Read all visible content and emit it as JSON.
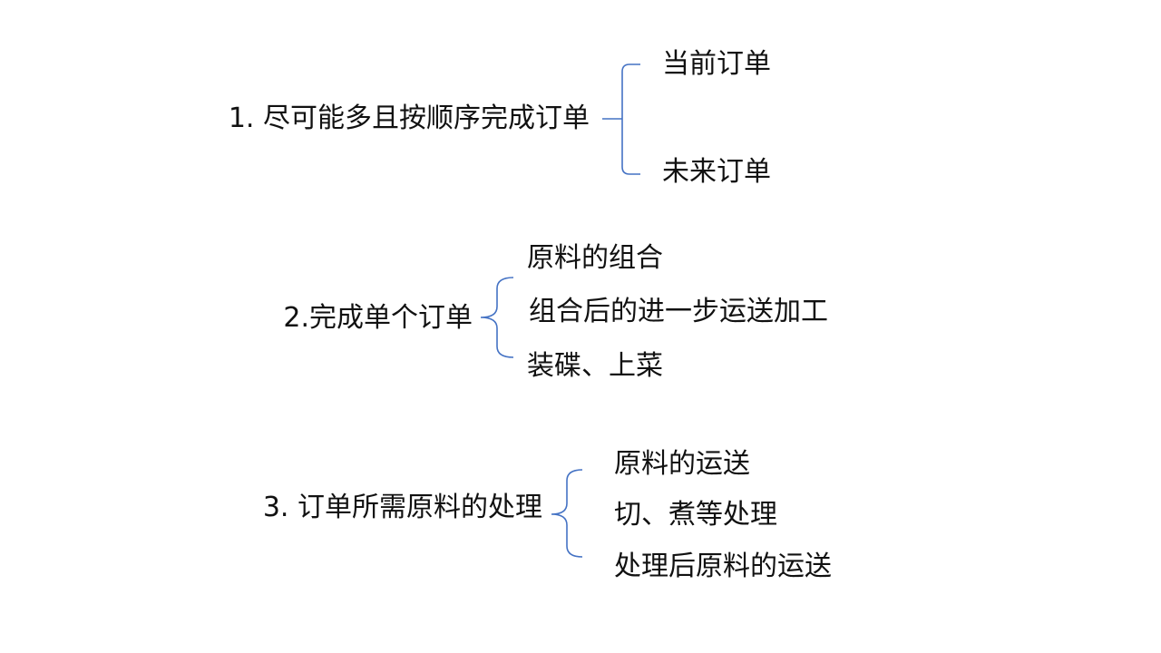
{
  "bracket_color": "#4472C4",
  "groups": [
    {
      "label": "1. 尽可能多且按顺序完成订单",
      "items": [
        "当前订单",
        "未来订单"
      ]
    },
    {
      "label": "2.完成单个订单",
      "items": [
        "原料的组合",
        "组合后的进一步运送加工",
        "装碟、上菜"
      ]
    },
    {
      "label": "3. 订单所需原料的处理",
      "items": [
        "原料的运送",
        "切、煮等处理",
        "处理后原料的运送"
      ]
    }
  ]
}
